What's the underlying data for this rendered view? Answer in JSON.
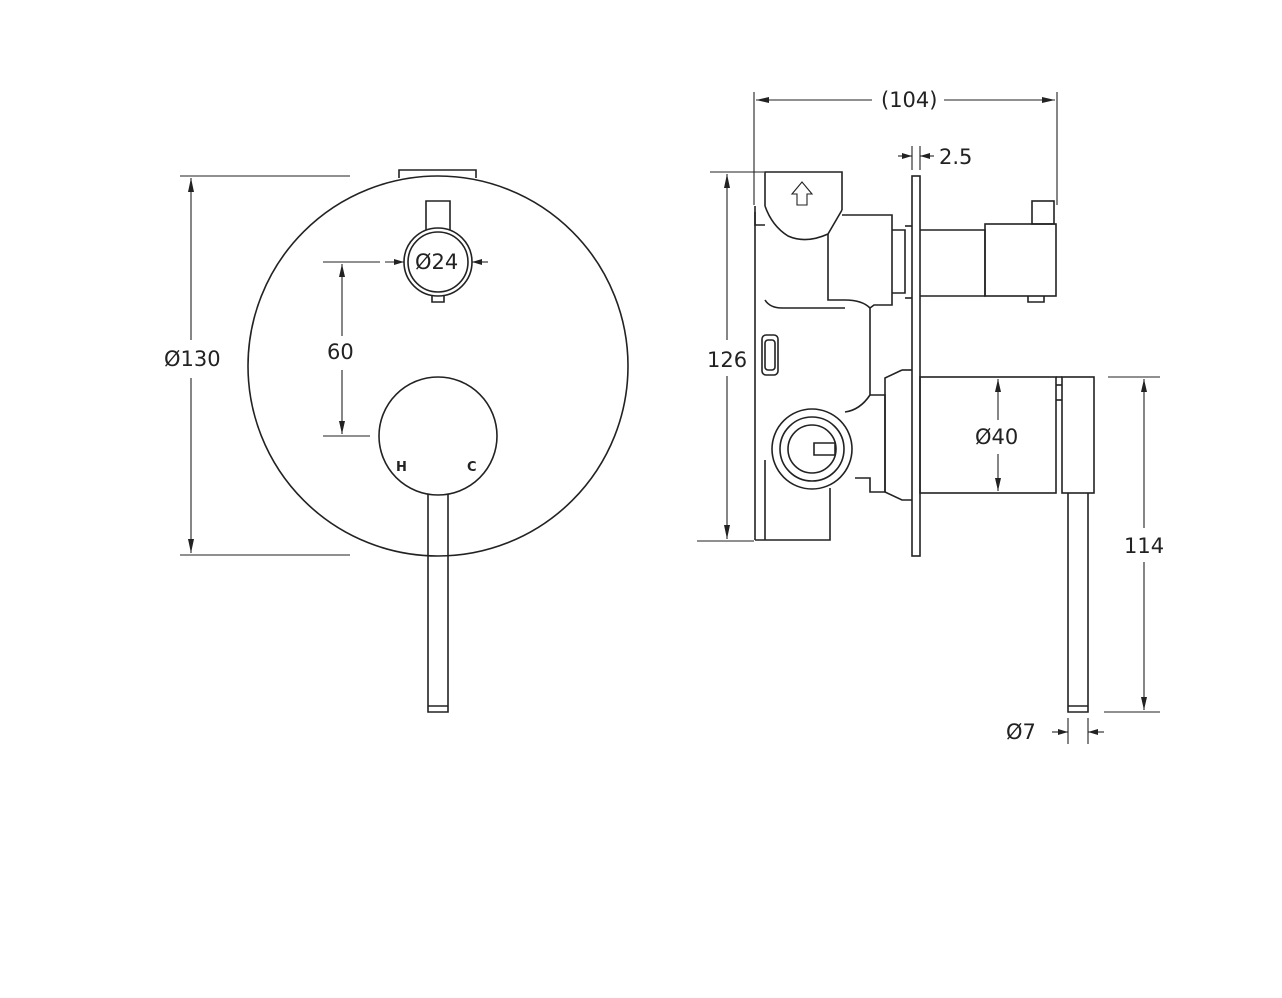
{
  "front_view": {
    "plate_diameter": "Ø130",
    "diverter_diameter": "Ø24",
    "center_distance": "60",
    "hot_label": "H",
    "cold_label": "C"
  },
  "side_view": {
    "overall_depth": "(104)",
    "plate_thickness": "2.5",
    "body_height": "126",
    "handle_diameter": "Ø40",
    "lever_length": "114",
    "lever_diameter": "Ø7"
  }
}
